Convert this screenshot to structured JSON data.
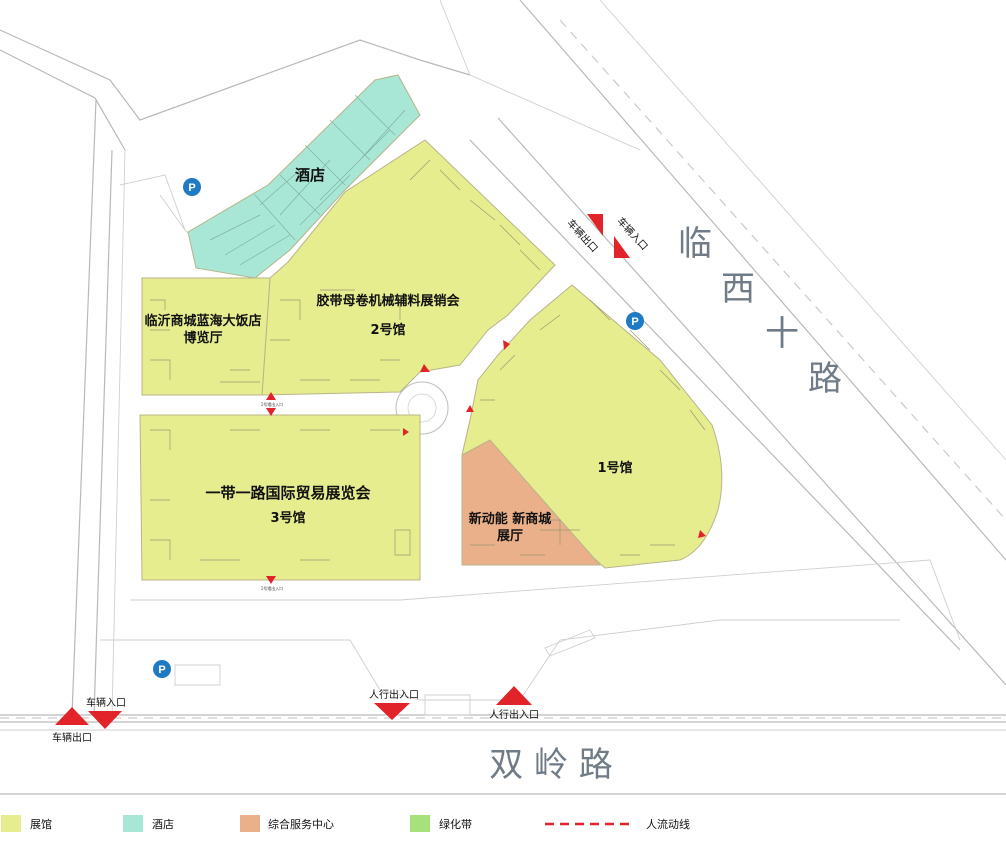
{
  "colors": {
    "exhibition": "#e6ed8f",
    "hotel": "#a8e6d5",
    "service": "#e9b089",
    "green_belt": "#a5e27c",
    "route": "#e0242a",
    "parking": "#1f7ac4",
    "road_name": "#6f7b86"
  },
  "halls": {
    "hotel": "酒店",
    "hall2_name": "胶带母卷机械辅料展销会",
    "hall2_no": "2号馆",
    "lanhai_line1": "临沂商城蓝海大饭店",
    "lanhai_line2": "博览厅",
    "hall3_name": "一带一路国际贸易展览会",
    "hall3_no": "3号馆",
    "hall1_no": "1号馆",
    "service_line1": "新动能 新商城",
    "service_line2": "展厅"
  },
  "roads": {
    "east_road": [
      "临",
      "西",
      "十",
      "路"
    ],
    "south_road": "双 岭 路"
  },
  "gates": {
    "east_exit": "车辆出口",
    "east_entry": "车辆入口",
    "west_entry": "车辆入口",
    "west_exit": "车辆出口",
    "ped_left": "人行出入口",
    "ped_right": "人行出入口",
    "hall_door": "1号馆出入口"
  },
  "parking_label": "P",
  "legend": {
    "items": [
      {
        "label": "展馆",
        "icon": "exhibition-swatch"
      },
      {
        "label": "酒店",
        "icon": "hotel-swatch"
      },
      {
        "label": "综合服务中心",
        "icon": "service-swatch"
      },
      {
        "label": "绿化带",
        "icon": "green-belt-swatch"
      },
      {
        "label": "人流动线",
        "icon": "pedestrian-route-line"
      }
    ]
  }
}
